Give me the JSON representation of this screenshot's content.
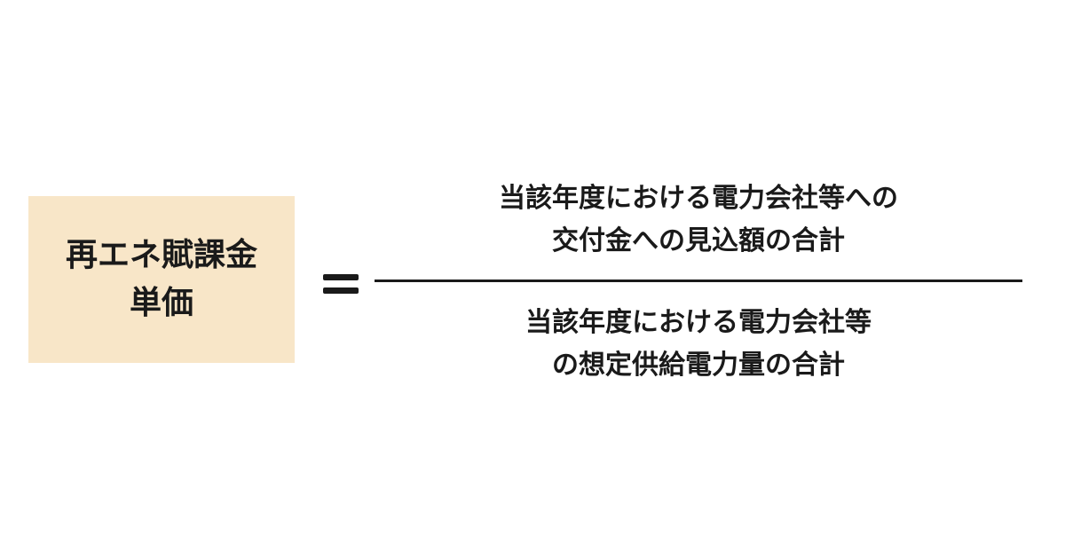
{
  "formula": {
    "lhs": {
      "line1": "再エネ賦課金",
      "line2": "単価",
      "box_color": "#f8e6c8"
    },
    "operator": "equals",
    "numerator": {
      "line1": "当該年度における電力会社等への",
      "line2": "交付金への見込額の合計"
    },
    "denominator": {
      "line1": "当該年度における電力会社等",
      "line2": "の想定供給電力量の合計"
    }
  }
}
